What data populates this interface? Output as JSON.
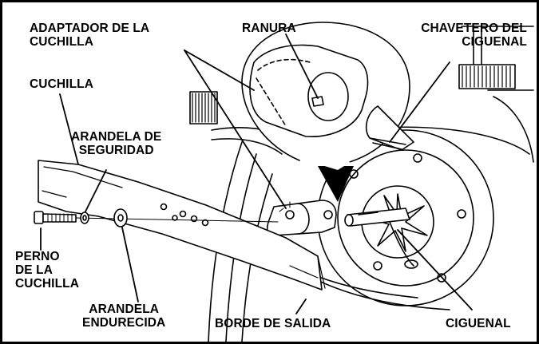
{
  "labels": {
    "blade_adapter": [
      "ADAPTADOR DE LA",
      "CUCHILLA"
    ],
    "slot": "RANURA",
    "crankshaft_keyway": [
      "CHAVETERO DEL",
      "CIGUENAL"
    ],
    "blade": "CUCHILLA",
    "lock_washer": [
      "ARANDELA DE",
      "SEGURIDAD"
    ],
    "blade_bolt": [
      "PERNO",
      "DE LA",
      "CUCHILLA"
    ],
    "hardened_washer": [
      "ARANDELA",
      "ENDURECIDA"
    ],
    "trailing_edge": "BORDE DE SALIDA",
    "crankshaft": "CIGUENAL"
  }
}
